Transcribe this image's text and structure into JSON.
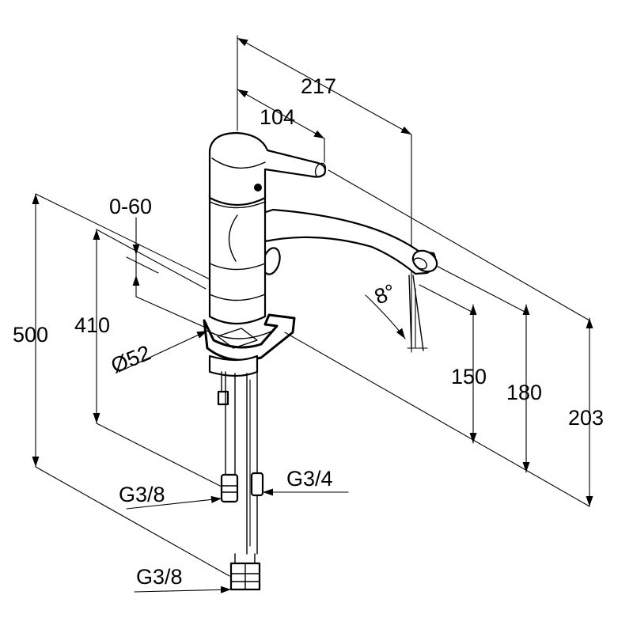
{
  "dimensions": {
    "d217": "217",
    "d104": "104",
    "d0_60": "0-60",
    "d500": "500",
    "d410": "410",
    "d52": "Ø52",
    "d8": "8°",
    "d150": "150",
    "d180": "180",
    "d203": "203",
    "g38_top": "G3/8",
    "g34": "G3/4",
    "g38_bottom": "G3/8"
  }
}
